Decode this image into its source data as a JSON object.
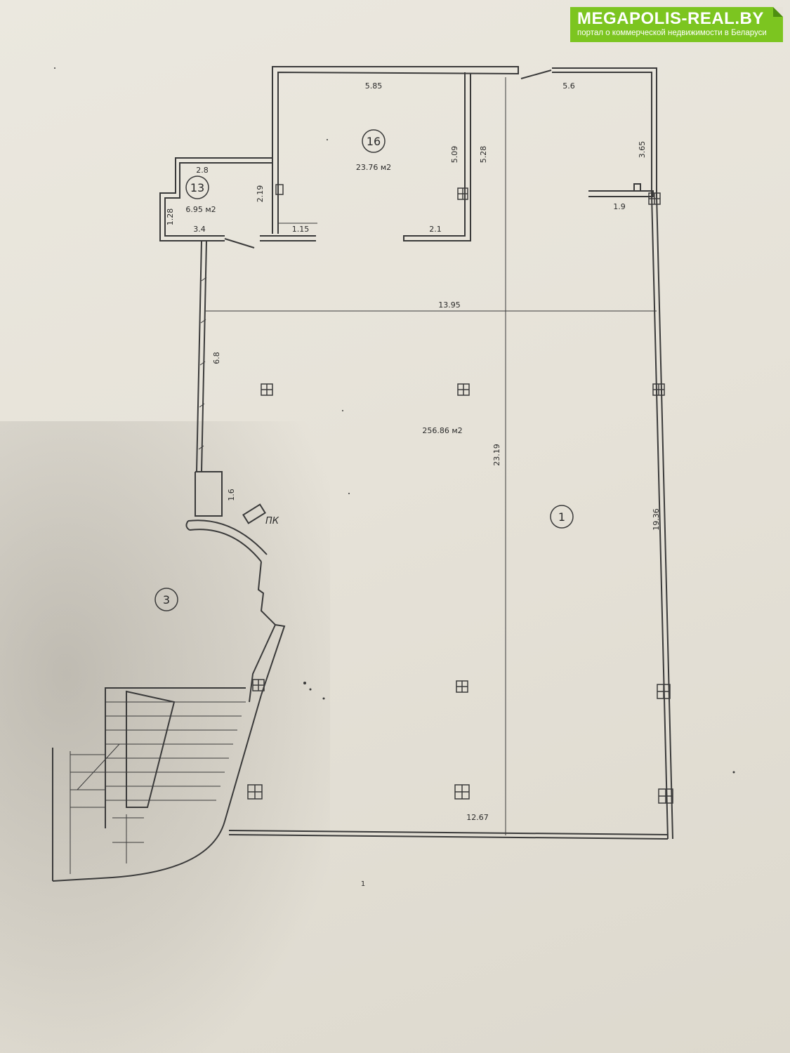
{
  "watermark": {
    "brand": "MEGAPOLIS-REAL.BY",
    "tagline": "портал о коммерческой недвижимости в Беларуси"
  },
  "rooms": {
    "r16": {
      "number": "16",
      "area": "23.76 м2"
    },
    "r13": {
      "number": "13",
      "area": "6.95 м2"
    },
    "r1": {
      "number": "1",
      "area": "256.86 м2"
    },
    "r3": {
      "number": "3"
    }
  },
  "dimensions": {
    "d585": "5.85",
    "d56": "5.6",
    "d509": "5.09",
    "d528": "5.28",
    "d365": "3.65",
    "d28": "2.8",
    "d219": "2.19",
    "d128": "1.28",
    "d34": "3.4",
    "d115": "1.15",
    "d21": "2.1",
    "d19": "1.9",
    "d1395": "13.95",
    "d68": "6.8",
    "d2319": "23.19",
    "d16": "1.6",
    "d1936": "19.36",
    "d1267": "12.67"
  },
  "marks": {
    "pk": "ПК",
    "sheet": "1"
  },
  "colors": {
    "paper": "#e7e3d9",
    "line": "#3a3a3a",
    "banner": "#7cc520"
  }
}
